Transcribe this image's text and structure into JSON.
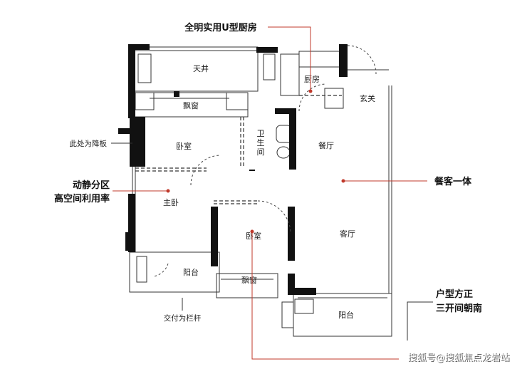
{
  "rooms": {
    "skywell": "天井",
    "kitchen": "厨房",
    "foyer": "玄关",
    "bay_window_top": "飘窗",
    "bedroom_top": "卧室",
    "bathroom_l1": "卫",
    "bathroom_l2": "生",
    "bathroom_l3": "间",
    "dining": "餐厅",
    "master_bedroom": "主卧",
    "bedroom_bottom": "卧室",
    "living": "客厅",
    "balcony_left": "阳台",
    "bay_window_bottom": "飘窗",
    "balcony_right": "阳台"
  },
  "callouts": {
    "u_kitchen": "全明实用U型厨房",
    "lowered_slab": "此处为降板",
    "zoning_line1": "动静分区",
    "zoning_line2": "高空间利用率",
    "dining_living": "餐客一体",
    "layout_line1": "户型方正",
    "layout_line2": "三开间朝南",
    "railing": "交付为栏杆"
  },
  "watermark": {
    "line1": "搜狐号@搜狐焦点龙岩站",
    "line2": "搜狐号@搜狐焦点龙岩站"
  },
  "colors": {
    "wall": "#111111",
    "line": "#333333",
    "accent": "#c0392b"
  }
}
